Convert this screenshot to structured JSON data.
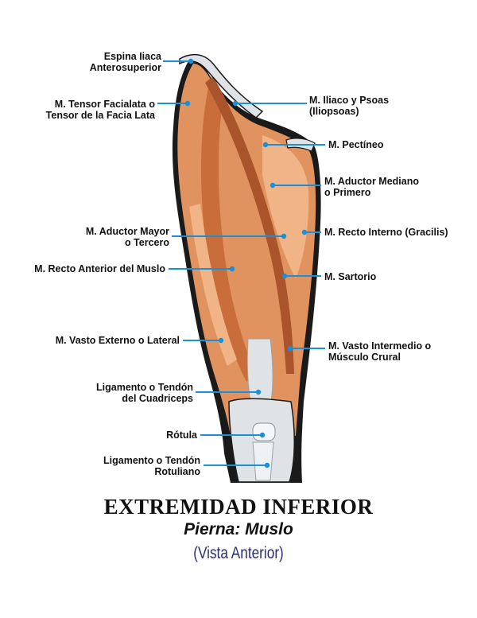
{
  "labels_left": [
    {
      "id": "espina",
      "lines": [
        "Espina Iiaca",
        "Anterosuperior"
      ]
    },
    {
      "id": "tensor",
      "lines": [
        "M. Tensor Facialata o",
        "Tensor de la Facia Lata"
      ]
    },
    {
      "id": "aductor-mayor",
      "lines": [
        "M. Aductor Mayor",
        "o Tercero"
      ]
    },
    {
      "id": "recto-anterior",
      "lines": [
        "M. Recto Anterior del Muslo"
      ]
    },
    {
      "id": "vasto-externo",
      "lines": [
        "M. Vasto Externo o Lateral"
      ]
    },
    {
      "id": "ligamento-cuadriceps",
      "lines": [
        "Ligamento o Tendón",
        "del Cuadriceps"
      ]
    },
    {
      "id": "rotula",
      "lines": [
        "Rótula"
      ]
    },
    {
      "id": "ligamento-rotuliano",
      "lines": [
        "Ligamento o Tendón",
        "Rotuliano"
      ]
    }
  ],
  "labels_right": [
    {
      "id": "iliaco",
      "lines": [
        "M. Iliaco y Psoas",
        "(Iliopsoas)"
      ]
    },
    {
      "id": "pectineo",
      "lines": [
        "M. Pectíneo"
      ]
    },
    {
      "id": "aductor-mediano",
      "lines": [
        "M. Aductor Mediano",
        "o Primero"
      ]
    },
    {
      "id": "recto-interno",
      "lines": [
        "M. Recto Interno (Gracilis)"
      ]
    },
    {
      "id": "sartorio",
      "lines": [
        "M. Sartorio"
      ]
    },
    {
      "id": "vasto-intermedio",
      "lines": [
        "M. Vasto Intermedio o",
        "Músculo Crural"
      ]
    }
  ],
  "title": "EXTREMIDAD INFERIOR",
  "subtitle": "Pierna: Muslo",
  "view": "(Vista Anterior)",
  "colors": {
    "muscle": "#e0935e",
    "muscle_dark": "#b8612f",
    "muscle_light": "#f1b487",
    "tendon": "#dfe3e6",
    "outline": "#1a1a1a",
    "leader": "#1d8fd6"
  }
}
